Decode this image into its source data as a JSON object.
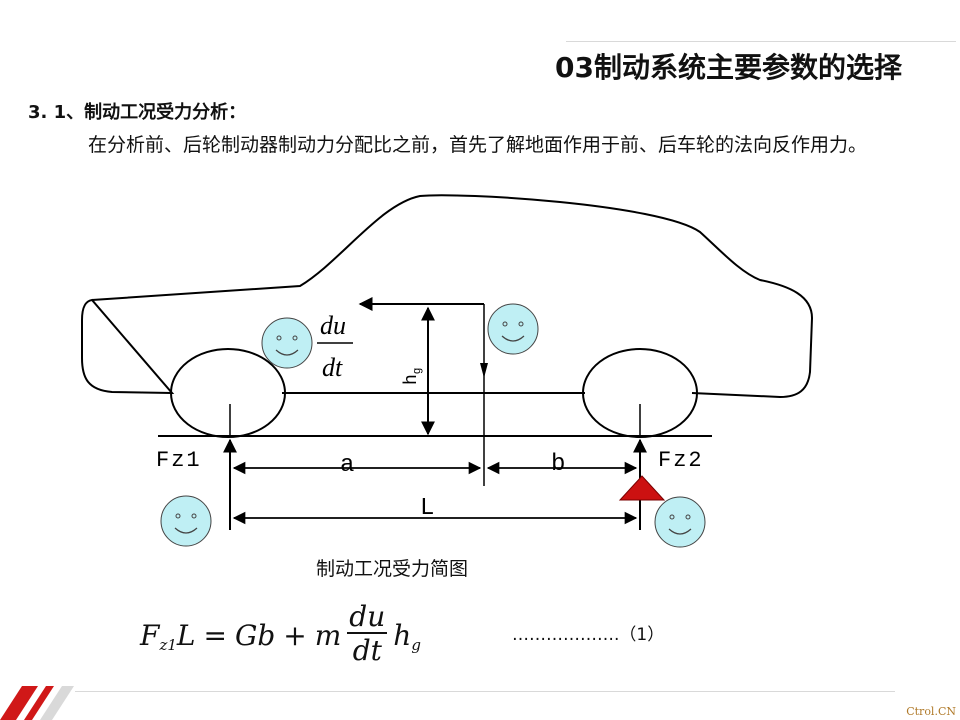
{
  "slide": {
    "title": "03制动系统主要参数的选择",
    "section_heading": "3. 1、制动工况受力分析：",
    "paragraph": "在分析前、后轮制动器制动力分配比之前，首先了解地面作用于前、后车轮的法向反作用力。",
    "caption": "制动工况受力简图",
    "brand": "Ctrol.CN"
  },
  "diagram": {
    "label_fz1": "Fz1",
    "label_fz2": "Fz2",
    "label_a": "a",
    "label_b": "b",
    "label_L": "L",
    "label_hg": "hg",
    "label_du": "du",
    "label_dt": "dt",
    "accent_red": "#cc1111",
    "face_fill": "#bfeff4"
  },
  "formula": {
    "lhs_F": "F",
    "lhs_sub": "z1",
    "lhs_L": "L",
    "eq": "=",
    "Gb": "Gb",
    "plus": "+",
    "m": "m",
    "num": "du",
    "den": "dt",
    "h": "h",
    "h_sub": "g",
    "dots": "……………….（1）"
  }
}
